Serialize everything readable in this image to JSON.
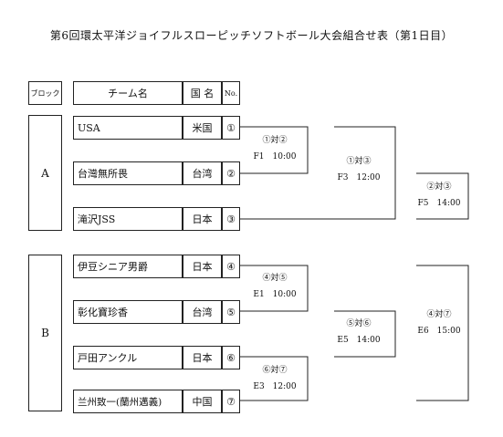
{
  "title": "第6回環太平洋ジョイフルスローピッチソフトボール大会組合せ表（第1日目）",
  "header": {
    "block": "ブロック",
    "team": "チーム名",
    "country": "国 名",
    "no": "No."
  },
  "blocks": [
    {
      "label": "A",
      "teams": [
        {
          "name": "USA",
          "country": "米国",
          "no": "①"
        },
        {
          "name": "台灣無所畏",
          "country": "台湾",
          "no": "②"
        },
        {
          "name": "滝沢JSS",
          "country": "日本",
          "no": "③"
        }
      ]
    },
    {
      "label": "B",
      "teams": [
        {
          "name": "伊豆シニア男爵",
          "country": "日本",
          "no": "④"
        },
        {
          "name": "彰化寶珍香",
          "country": "台湾",
          "no": "⑤"
        },
        {
          "name": "戸田アンクル",
          "country": "日本",
          "no": "⑥"
        },
        {
          "name": "兰州致一(蘭州邁義)",
          "country": "中国",
          "no": "⑦"
        }
      ]
    }
  ],
  "matches": [
    {
      "pair": "①対②",
      "slot": "F1　10:00"
    },
    {
      "pair": "①対③",
      "slot": "F3　12:00"
    },
    {
      "pair": "②対③",
      "slot": "F5　14:00"
    },
    {
      "pair": "④対⑤",
      "slot": "E1　10:00"
    },
    {
      "pair": "⑤対⑥",
      "slot": "E5　14:00"
    },
    {
      "pair": "⑥対⑦",
      "slot": "E3　12:00"
    },
    {
      "pair": "④対⑦",
      "slot": "E6　15:00"
    }
  ]
}
